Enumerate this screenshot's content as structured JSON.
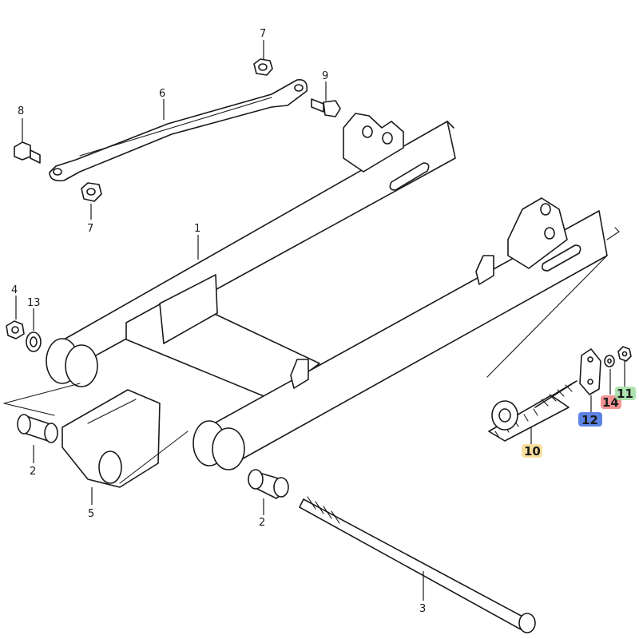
{
  "callouts": [
    {
      "id": "c1",
      "label": "1"
    },
    {
      "id": "c2a",
      "label": "2"
    },
    {
      "id": "c2b",
      "label": "2"
    },
    {
      "id": "c3",
      "label": "3"
    },
    {
      "id": "c4",
      "label": "4"
    },
    {
      "id": "c5",
      "label": "5"
    },
    {
      "id": "c6",
      "label": "6"
    },
    {
      "id": "c7a",
      "label": "7"
    },
    {
      "id": "c7b",
      "label": "7"
    },
    {
      "id": "c8",
      "label": "8"
    },
    {
      "id": "c9",
      "label": "9"
    },
    {
      "id": "c13",
      "label": "13"
    }
  ],
  "highlighted_callouts": [
    {
      "id": "h10",
      "label": "10",
      "highlight_color": "#f7d98c"
    },
    {
      "id": "h11",
      "label": "11",
      "highlight_color": "#9fdc9f"
    },
    {
      "id": "h12",
      "label": "12",
      "highlight_color": "#3f6fe0"
    },
    {
      "id": "h14",
      "label": "14",
      "highlight_color": "#f08080"
    }
  ]
}
